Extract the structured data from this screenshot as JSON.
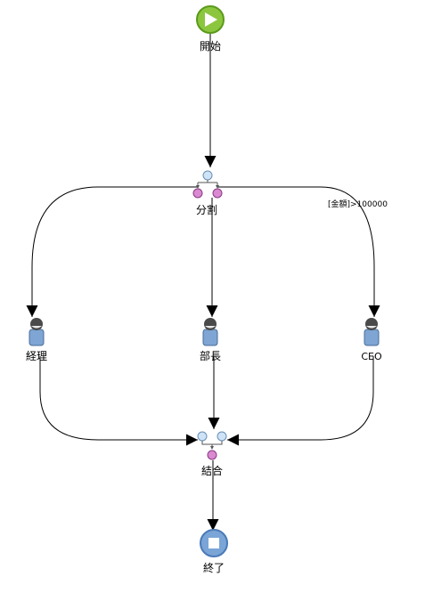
{
  "nodes": {
    "start": {
      "label": "開始",
      "icon": "play-icon"
    },
    "split": {
      "label": "分割",
      "icon": "split-gateway-icon"
    },
    "keiri": {
      "label": "経理",
      "icon": "person-icon"
    },
    "bucho": {
      "label": "部長",
      "icon": "person-icon"
    },
    "ceo": {
      "label": "CEO",
      "icon": "person-icon"
    },
    "join": {
      "label": "結合",
      "icon": "join-gateway-icon"
    },
    "end": {
      "label": "終了",
      "icon": "stop-icon"
    }
  },
  "edges": {
    "split_to_ceo": {
      "label": "[金額]>100000"
    }
  },
  "colors": {
    "start_fill": "#8cc63f",
    "start_stroke": "#5a9a1a",
    "end_fill": "#7aa5d6",
    "end_stroke": "#4a7ab8",
    "person_body": "#7ea5d3",
    "person_head": "#4a4a4a",
    "port_in": "#cfe3f7",
    "port_out": "#d98ad0"
  }
}
